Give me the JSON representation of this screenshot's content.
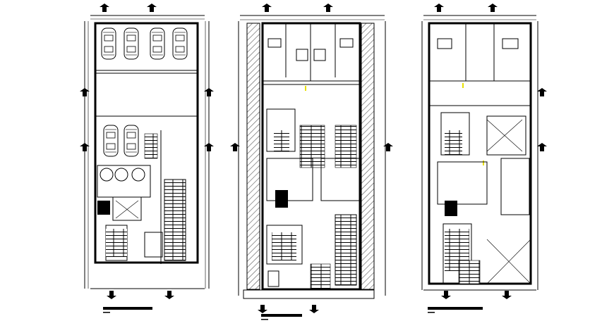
{
  "drawing": {
    "background": "#ffffff",
    "line_color": "#000000",
    "accent_color": "#e8e000",
    "hatch_color": "#555555",
    "plans": [
      {
        "id": "plan-1",
        "parked_cars": 6
      },
      {
        "id": "plan-2",
        "parked_cars": 0
      },
      {
        "id": "plan-3",
        "parked_cars": 0
      }
    ]
  }
}
